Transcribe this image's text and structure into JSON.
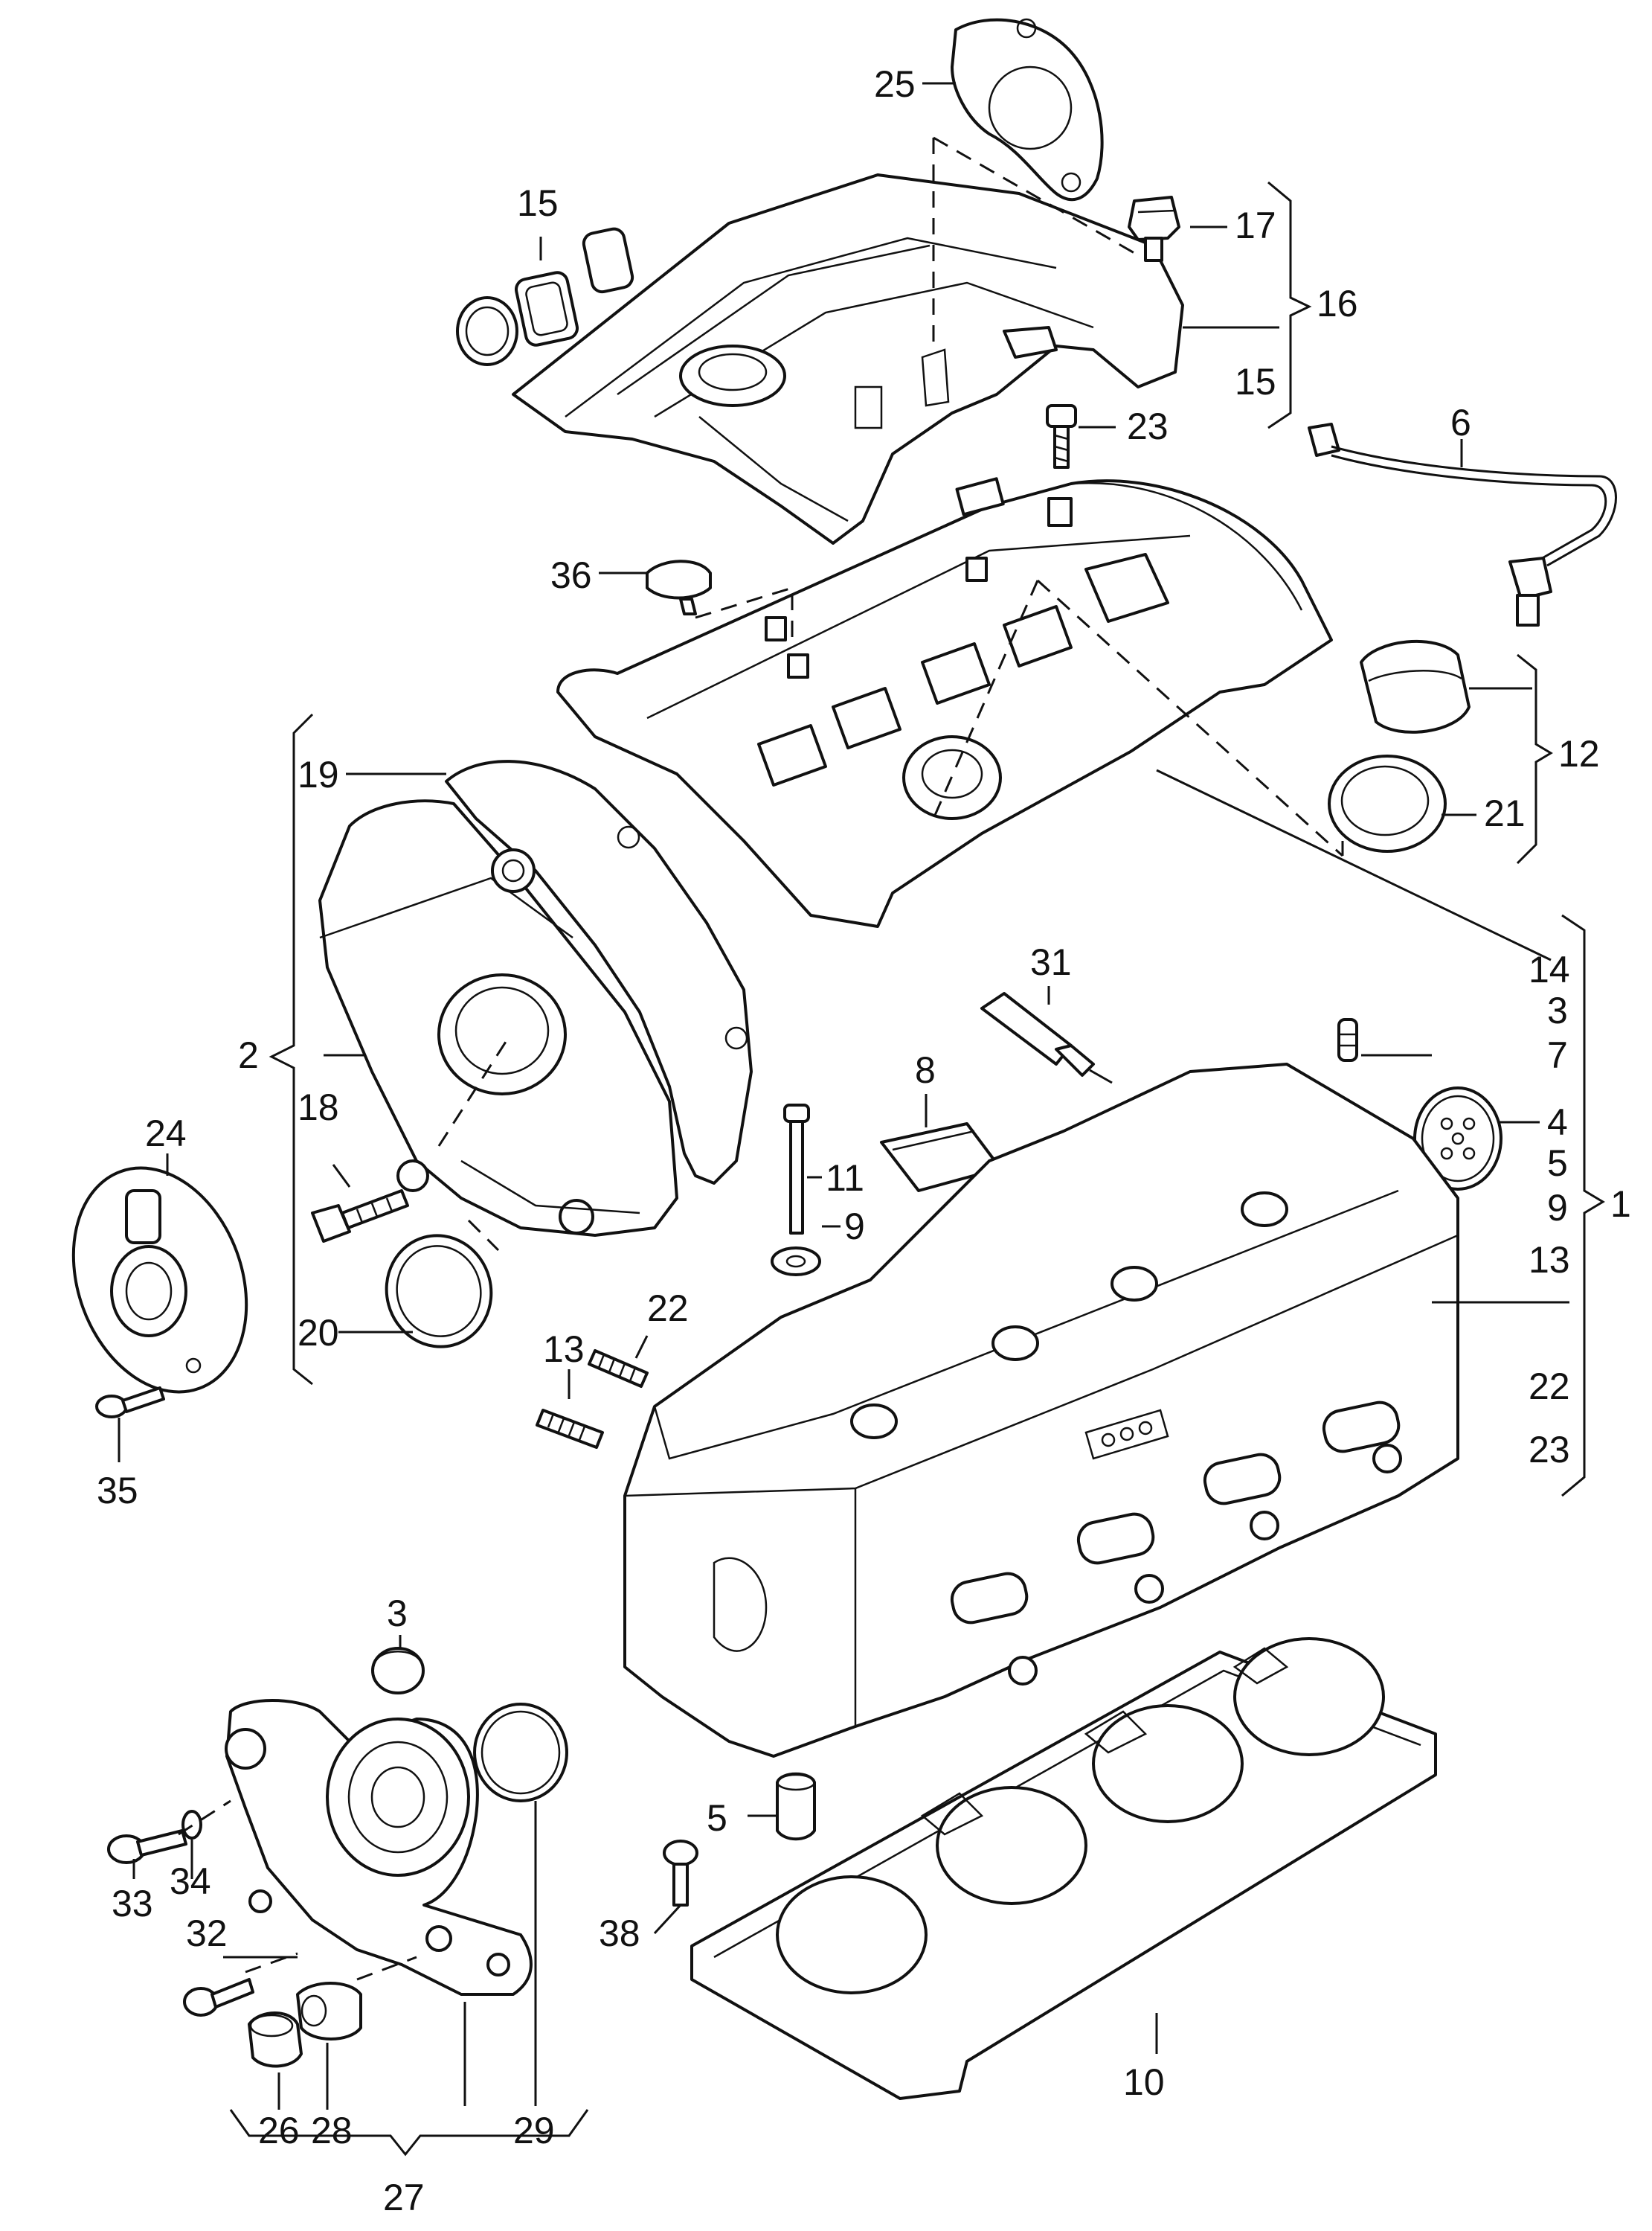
{
  "diagram": {
    "labels": {
      "l25": "25",
      "l15a": "15",
      "l17": "17",
      "l16": "16",
      "l15b": "15",
      "l23a": "23",
      "l6": "6",
      "l36": "36",
      "l12": "12",
      "l21": "21",
      "l19": "19",
      "l14": "14",
      "l3a": "3",
      "l31": "31",
      "l7": "7",
      "l8": "8",
      "l4": "4",
      "l2": "2",
      "l18": "18",
      "l11": "11",
      "l5a": "5",
      "l24": "24",
      "l9a": "9",
      "l9b": "9",
      "l1": "1",
      "l13a": "13",
      "l20": "20",
      "l22a": "22",
      "l13b": "13",
      "l22b": "22",
      "l35": "35",
      "l23b": "23",
      "l3b": "3",
      "l5b": "5",
      "l38": "38",
      "l33": "33",
      "l34": "34",
      "l32": "32",
      "l10": "10",
      "l26": "26",
      "l28": "28",
      "l29": "29",
      "l27": "27"
    }
  }
}
